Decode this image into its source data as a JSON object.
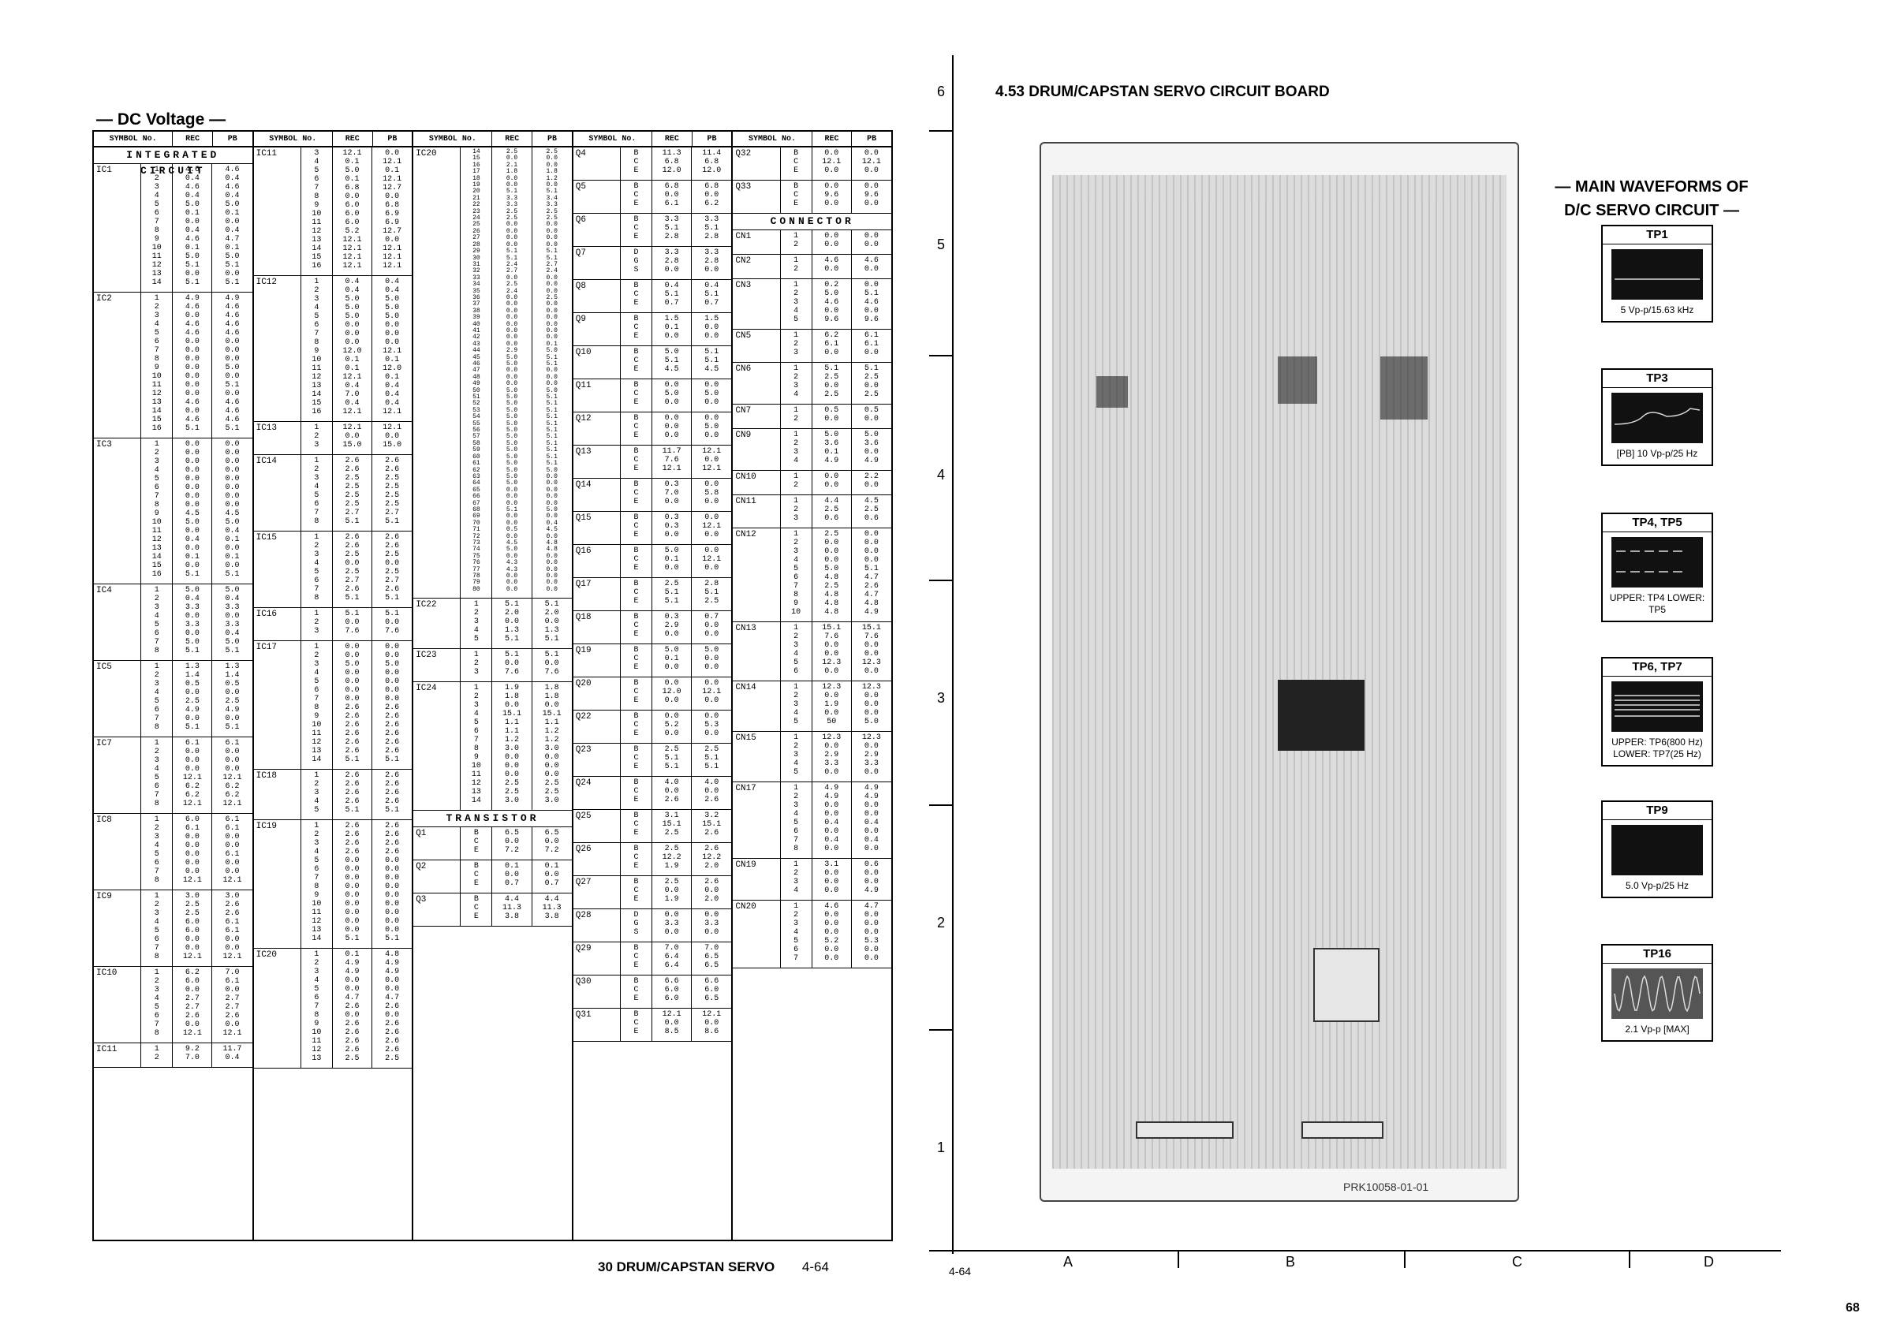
{
  "left_page": {
    "title": "— DC Voltage —",
    "headers": {
      "symbol": "SYMBOL No.",
      "rec": "REC",
      "pb": "PB"
    },
    "section_ic": "INTEGRATED CIRCUIT",
    "section_tr": "TRANSISTOR",
    "section_cn": "CONNECTOR",
    "columns": [
      {
        "groups": [
          {
            "name": "IC1",
            "pins": "1 2 3 4 5 6 7 8 9 10 11 12 13 14",
            "rec": "4.6 0.4 4.6 0.4 5.0 0.1 0.0 0.4 4.6 0.1 5.0 5.1 0.0 5.1",
            "pb": "4.6 0.4 4.6 0.4 5.0 0.1 0.0 0.4 4.7 0.1 5.0 5.1 0.0 5.1"
          },
          {
            "name": "IC2",
            "pins": "1 2 3 4 5 6 7 8 9 10 11 12 13 14 15 16",
            "rec": "4.9 4.6 0.0 4.6 4.6 0.0 0.0 0.0 0.0 0.0 0.0 0.0 4.6 0.0 4.6 5.1",
            "pb": "4.9 4.6 4.6 4.6 4.6 0.0 0.0 0.0 5.0 0.0 5.1 0.0 4.6 4.6 4.6 5.1"
          },
          {
            "name": "IC3",
            "pins": "1 2 3 4 5 6 7 8 9 10 11 12 13 14 15 16",
            "rec": "0.0 0.0 0.0 0.0 0.0 0.0 0.0 0.0 4.5 5.0 0.0 0.4 0.0 0.1 0.0 5.1",
            "pb": "0.0 0.0 0.0 0.0 0.0 0.0 0.0 0.0 4.5 5.0 0.4 0.1 0.0 0.1 0.0 5.1"
          },
          {
            "name": "IC4",
            "pins": "1 2 3 4 5 6 7 8",
            "rec": "5.0 0.4 3.3 0.0 3.3 0.0 5.0 5.1",
            "pb": "5.0 0.4 3.3 0.0 3.3 0.4 5.0 5.1"
          },
          {
            "name": "IC5",
            "pins": "1 2 3 4 5 6 7 8",
            "rec": "1.3 1.4 0.5 0.0 2.5 4.9 0.0 5.1",
            "pb": "1.3 1.4 0.5 0.0 2.5 4.9 0.0 5.1"
          },
          {
            "name": "IC7",
            "pins": "1 2 3 4 5 6 7 8",
            "rec": "6.1 0.0 0.0 0.0 12.1 6.2 6.2 12.1",
            "pb": "6.1 0.0 0.0 0.0 12.1 6.2 6.2 12.1"
          },
          {
            "name": "IC8",
            "pins": "1 2 3 4 5 6 7 8",
            "rec": "6.0 6.1 0.0 0.0 0.0 0.0 0.0 12.1",
            "pb": "6.1 6.1 0.0 0.0 6.1 0.0 0.0 12.1"
          },
          {
            "name": "IC9",
            "pins": "1 2 3 4 5 6 7 8",
            "rec": "3.0 2.5 2.5 6.0 6.0 0.0 0.0 12.1",
            "pb": "3.0 2.6 2.6 6.1 6.1 0.0 0.0 12.1"
          },
          {
            "name": "IC10",
            "pins": "1 2 3 4 5 6 7 8",
            "rec": "6.2 6.0 0.0 2.7 2.7 2.6 0.0 12.1",
            "pb": "7.0 6.1 0.0 2.7 2.7 2.6 0.0 12.1"
          },
          {
            "name": "IC11",
            "pins": "1 2",
            "rec": "9.2 7.0",
            "pb": "11.7 0.4"
          }
        ]
      },
      {
        "groups": [
          {
            "name": "IC11",
            "pins": "3 4 5 6 7 8 9 10 11 12 13 14 15 16",
            "rec": "12.1 0.1 5.0 0.1 6.8 0.0 6.0 6.0 6.0 5.2 12.1 12.1 12.1 12.1",
            "pb": "0.0 12.1 0.1 12.1 12.7 0.0 6.8 6.9 6.9 12.7 0.0 12.1 12.1 12.1"
          },
          {
            "name": "IC12",
            "pins": "1 2 3 4 5 6 7 8 9 10 11 12 13 14 15 16",
            "rec": "0.4 0.4 5.0 5.0 5.0 0.0 0.0 0.0 12.0 0.1 0.1 12.1 0.4 7.0 0.4 12.1",
            "pb": "0.4 0.4 5.0 5.0 5.0 0.0 0.0 0.0 12.1 0.1 12.0 0.1 0.4 0.4 0.4 12.1"
          },
          {
            "name": "IC13",
            "pins": "1 2 3",
            "rec": "12.1 0.0 15.0",
            "pb": "12.1 0.0 15.0"
          },
          {
            "name": "IC14",
            "pins": "1 2 3 4 5 6 7 8",
            "rec": "2.6 2.6 2.5 2.5 2.5 2.5 2.7 5.1",
            "pb": "2.6 2.6 2.5 2.5 2.5 2.5 2.7 5.1"
          },
          {
            "name": "IC15",
            "pins": "1 2 3 4 5 6 7 8",
            "rec": "2.6 2.6 2.5 0.0 2.5 2.7 2.6 5.1",
            "pb": "2.6 2.6 2.5 0.0 2.5 2.7 2.6 5.1"
          },
          {
            "name": "IC16",
            "pins": "1 2 3",
            "rec": "5.1 0.0 7.6",
            "pb": "5.1 0.0 7.6"
          },
          {
            "name": "IC17",
            "pins": "1 2 3 4 5 6 7 8 9 10 11 12 13 14",
            "rec": "0.0 0.0 5.0 0.0 0.0 0.0 0.0 2.6 2.6 2.6 2.6 2.6 2.6 5.1",
            "pb": "0.0 0.0 5.0 0.0 0.0 0.0 0.0 2.6 2.6 2.6 2.6 2.6 2.6 5.1"
          },
          {
            "name": "IC18",
            "pins": "1 2 3 4 5",
            "rec": "2.6 2.6 2.6 2.6 5.1",
            "pb": "2.6 2.6 2.6 2.6 5.1"
          },
          {
            "name": "IC19",
            "pins": "1 2 3 4 5 6 7 8 9 10 11 12 13 14",
            "rec": "2.6 2.6 2.6 2.6 0.0 0.0 0.0 0.0 0.0 0.0 0.0 0.0 0.0 5.1",
            "pb": "2.6 2.6 2.6 2.6 0.0 0.0 0.0 0.0 0.0 0.0 0.0 0.0 0.0 5.1"
          },
          {
            "name": "IC20",
            "pins": "1 2 3 4 5 6 7 8 9 10 11 12 13",
            "rec": "0.1 4.9 4.9 0.0 0.0 4.7 2.6 0.0 2.6 2.6 2.6 2.6 2.5",
            "pb": "4.8 4.9 4.9 0.0 0.0 4.7 2.6 0.0 2.6 2.6 2.6 2.6 2.5"
          }
        ]
      },
      {
        "groups": [
          {
            "name": "IC20",
            "pins": "14 15 16 17 18 19 20 21 22 23 24 25 26 27 28 29 30 31 32 33 34 35 36 37 38 39 40 41 42 43 44 45 46 47 48 49 50 51 52 53 54 55 56 57 58 59 60 61 62 63 64 65 66 67 68 69 70 71 72 73 74 75 76 77 78 79 80",
            "rec": "2.5 0.0 2.1 1.8 0.0 0.0 5.1 3.3 3.3 2.5 2.5 0.0 0.0 0.0 0.0 5.1 5.1 2.4 2.7 0.0 2.5 2.4 0.0 0.0 0.0 0.0 0.0 0.0 0.0 0.0 2.9 5.0 5.0 0.0 0.0 0.0 5.0 5.0 5.0 5.0 5.0 5.0 5.0 5.0 5.0 5.0 5.0 5.0 5.0 5.0 5.0 0.0 0.0 0.0 5.1 0.0 0.0 0.5 0.0 4.5 5.0 0.0 4.3 4.3 0.0 0.0 0.0",
            "pb": "2.5 0.0 0.0 1.8 1.2 0.0 5.1 3.4 3.3 2.5 2.5 0.0 0.0 0.0 0.0 5.1 5.1 2.7 2.4 0.0 0.0 0.0 2.5 0.0 0.0 0.0 0.0 0.0 0.0 0.1 5.0 5.1 5.1 0.0 0.0 0.0 5.0 5.1 5.1 5.1 5.1 5.1 5.1 5.1 5.1 5.1 5.1 5.1 5.0 0.0 0.0 0.0 0.0 0.0 5.0 0.0 0.4 4.5 0.0 4.8 4.8 0.0 0.0 0.0 0.0 0.0 0.0"
          },
          {
            "name": "IC22",
            "pins": "1 2 3 4 5",
            "rec": "5.1 2.0 0.0 1.3 5.1",
            "pb": "5.1 2.0 0.0 1.3 5.1"
          },
          {
            "name": "IC23",
            "pins": "1 2 3",
            "rec": "5.1 0.0 7.6",
            "pb": "5.1 0.0 7.6"
          },
          {
            "name": "IC24",
            "pins": "1 2 3 4 5 6 7 8 9 10 11 12 13 14",
            "rec": "1.9 1.8 0.0 15.1 1.1 1.1 1.2 3.0 0.0 0.0 0.0 2.5 2.5 3.0",
            "pb": "1.8 1.8 0.0 15.1 1.1 1.2 1.2 3.0 0.0 0.0 0.0 2.5 2.5 3.0"
          },
          {
            "name": "Q1",
            "pins": "B C E",
            "rec": "6.5 0.0 7.2",
            "pb": "6.5 0.0 7.2"
          },
          {
            "name": "Q2",
            "pins": "B C E",
            "rec": "0.1 0.0 0.7",
            "pb": "0.1 0.0 0.7"
          },
          {
            "name": "Q3",
            "pins": "B C E",
            "rec": "4.4 11.3 3.8",
            "pb": "4.4 11.3 3.8"
          }
        ]
      },
      {
        "groups": [
          {
            "name": "Q4",
            "pins": "B C E",
            "rec": "11.3 6.8 12.0",
            "pb": "11.4 6.8 12.0"
          },
          {
            "name": "Q5",
            "pins": "B C E",
            "rec": "6.8 0.0 6.1",
            "pb": "6.8 0.0 6.2"
          },
          {
            "name": "Q6",
            "pins": "B C E",
            "rec": "3.3 5.1 2.8",
            "pb": "3.3 5.1 2.8"
          },
          {
            "name": "Q7",
            "pins": "D G S",
            "rec": "3.3 2.8 0.0",
            "pb": "3.3 2.8 0.0"
          },
          {
            "name": "Q8",
            "pins": "B C E",
            "rec": "0.4 5.1 0.7",
            "pb": "0.4 5.1 0.7"
          },
          {
            "name": "Q9",
            "pins": "B C E",
            "rec": "1.5 0.1 0.0",
            "pb": "1.5 0.0 0.0"
          },
          {
            "name": "Q10",
            "pins": "B C E",
            "rec": "5.0 5.1 4.5",
            "pb": "5.1 5.1 4.5"
          },
          {
            "name": "Q11",
            "pins": "B C E",
            "rec": "0.0 5.0 0.0",
            "pb": "0.0 5.0 0.0"
          },
          {
            "name": "Q12",
            "pins": "B C E",
            "rec": "0.0 0.0 0.0",
            "pb": "0.0 5.0 0.0"
          },
          {
            "name": "Q13",
            "pins": "B C E",
            "rec": "11.7 7.6 12.1",
            "pb": "12.1 0.0 12.1"
          },
          {
            "name": "Q14",
            "pins": "B C E",
            "rec": "0.3 7.0 0.0",
            "pb": "0.0 5.8 0.0"
          },
          {
            "name": "Q15",
            "pins": "B C E",
            "rec": "0.3 0.3 0.0",
            "pb": "0.0 12.1 0.0"
          },
          {
            "name": "Q16",
            "pins": "B C E",
            "rec": "5.0 0.1 0.0",
            "pb": "0.0 12.1 0.0"
          },
          {
            "name": "Q17",
            "pins": "B C E",
            "rec": "2.5 5.1 5.1",
            "pb": "2.8 5.1 2.5"
          },
          {
            "name": "Q18",
            "pins": "B C E",
            "rec": "0.3 2.9 0.0",
            "pb": "0.7 0.0 0.0"
          },
          {
            "name": "Q19",
            "pins": "B C E",
            "rec": "5.0 0.1 0.0",
            "pb": "5.0 0.0 0.0"
          },
          {
            "name": "Q20",
            "pins": "B C E",
            "rec": "0.0 12.0 0.0",
            "pb": "0.0 12.1 0.0"
          },
          {
            "name": "Q22",
            "pins": "B C E",
            "rec": "0.0 5.2 0.0",
            "pb": "0.0 5.3 0.0"
          },
          {
            "name": "Q23",
            "pins": "B C E",
            "rec": "2.5 5.1 5.1",
            "pb": "2.5 5.1 5.1"
          },
          {
            "name": "Q24",
            "pins": "B C E",
            "rec": "4.0 0.0 2.6",
            "pb": "4.0 0.0 2.6"
          },
          {
            "name": "Q25",
            "pins": "B C E",
            "rec": "3.1 15.1 2.5",
            "pb": "3.2 15.1 2.6"
          },
          {
            "name": "Q26",
            "pins": "B C E",
            "rec": "2.5 12.2 1.9",
            "pb": "2.6 12.2 2.0"
          },
          {
            "name": "Q27",
            "pins": "B C E",
            "rec": "2.5 0.0 1.9",
            "pb": "2.6 0.0 2.0"
          },
          {
            "name": "Q28",
            "pins": "D G S",
            "rec": "0.0 3.3 0.0",
            "pb": "0.0 3.3 0.0"
          },
          {
            "name": "Q29",
            "pins": "B C E",
            "rec": "7.0 6.4 6.4",
            "pb": "7.0 6.5 6.5"
          },
          {
            "name": "Q30",
            "pins": "B C E",
            "rec": "6.6 6.0 6.0",
            "pb": "6.6 6.0 6.5"
          },
          {
            "name": "Q31",
            "pins": "B C E",
            "rec": "12.1 0.0 8.5",
            "pb": "12.1 0.0 8.6"
          }
        ]
      },
      {
        "groups": [
          {
            "name": "Q32",
            "pins": "B C E",
            "rec": "0.0 12.1 0.0",
            "pb": "0.0 12.1 0.0"
          },
          {
            "name": "Q33",
            "pins": "B C E",
            "rec": "0.0 9.6 0.0",
            "pb": "0.0 9.6 0.0"
          },
          {
            "name": "CN1",
            "pins": "1 2",
            "rec": "0.0 0.0",
            "pb": "0.0 0.0"
          },
          {
            "name": "CN2",
            "pins": "1 2",
            "rec": "4.6 0.0",
            "pb": "4.6 0.0"
          },
          {
            "name": "CN3",
            "pins": "1 2 3 4 5",
            "rec": "0.2 5.0 4.6 0.0 9.6",
            "pb": "0.0 5.1 4.6 0.0 9.6"
          },
          {
            "name": "CN5",
            "pins": "1 2 3",
            "rec": "6.2 6.1 0.0",
            "pb": "6.1 6.1 0.0"
          },
          {
            "name": "CN6",
            "pins": "1 2 3 4",
            "rec": "5.1 2.5 0.0 2.5",
            "pb": "5.1 2.5 0.0 2.5"
          },
          {
            "name": "CN7",
            "pins": "1 2",
            "rec": "0.5 0.0",
            "pb": "0.5 0.0"
          },
          {
            "name": "CN9",
            "pins": "1 2 3 4",
            "rec": "5.0 3.6 0.1 4.9",
            "pb": "5.0 3.6 0.0 4.9"
          },
          {
            "name": "CN10",
            "pins": "1 2",
            "rec": "0.0 0.0",
            "pb": "2.2 0.0"
          },
          {
            "name": "CN11",
            "pins": "1 2 3",
            "rec": "4.4 2.5 0.6",
            "pb": "4.5 2.5 0.6"
          },
          {
            "name": "CN12",
            "pins": "1 2 3 4 5 6 7 8 9 10",
            "rec": "2.5 0.0 0.0 0.0 5.0 4.8 2.5 4.8 4.8 4.8",
            "pb": "0.0 0.0 0.0 0.0 5.1 4.7 2.6 4.7 4.8 4.9"
          },
          {
            "name": "CN13",
            "pins": "1 2 3 4 5 6",
            "rec": "15.1 7.6 0.0 0.0 12.3 0.0",
            "pb": "15.1 7.6 0.0 0.0 12.3 0.0"
          },
          {
            "name": "CN14",
            "pins": "1 2 3 4 5",
            "rec": "12.3 0.0 1.9 0.0 50",
            "pb": "12.3 0.0 0.0 0.0 5.0"
          },
          {
            "name": "CN15",
            "pins": "1 2 3 4 5",
            "rec": "12.3 0.0 2.9 3.3 0.0",
            "pb": "12.3 0.0 2.9 3.3 0.0"
          },
          {
            "name": "CN17",
            "pins": "1 2 3 4 5 6 7 8",
            "rec": "4.9 4.9 0.0 0.0 0.4 0.0 0.4 0.0",
            "pb": "4.9 4.9 0.0 0.0 0.4 0.0 0.4 0.0"
          },
          {
            "name": "CN19",
            "pins": "1 2 3 4",
            "rec": "3.1 0.0 0.0 0.0",
            "pb": "0.6 0.0 0.0 4.9"
          },
          {
            "name": "CN20",
            "pins": "1 2 3 4 5 6 7",
            "rec": "4.6 0.0 0.0 0.0 5.2 0.0 0.0",
            "pb": "4.7 0.0 0.0 0.0 5.3 0.0 0.0"
          }
        ]
      }
    ],
    "footer": "30 DRUM/CAPSTAN SERVO",
    "footer_page": "4-64"
  },
  "right_page": {
    "title": "4.53  DRUM/CAPSTAN SERVO CIRCUIT BOARD",
    "side_numbers": [
      "6",
      "5",
      "4",
      "3",
      "2",
      "1"
    ],
    "bottom_letters": [
      "A",
      "B",
      "C",
      "D"
    ],
    "bottom_page": "4-64",
    "board_code": "PRK10058-01-01",
    "waveforms_title_line1": "— MAIN WAVEFORMS OF",
    "waveforms_title_line2": "D/C SERVO CIRCUIT —",
    "waveforms": [
      {
        "label": "TP1",
        "caption": "5 Vp-p/15.63 kHz",
        "kind": "flat"
      },
      {
        "label": "TP3",
        "caption": "[PB] 10 Vp-p/25 Hz",
        "kind": "step"
      },
      {
        "label": "TP4, TP5",
        "caption": "UPPER: TP4 LOWER: TP5",
        "kind": "dash"
      },
      {
        "label": "TP6, TP7",
        "caption": "UPPER: TP6(800 Hz) LOWER: TP7(25 Hz)",
        "kind": "band"
      },
      {
        "label": "TP9",
        "caption": "5.0 Vp-p/25 Hz",
        "kind": "blank"
      },
      {
        "label": "TP16",
        "caption": "2.1 Vp-p [MAX]",
        "kind": "sine"
      }
    ],
    "page_number": "68"
  }
}
